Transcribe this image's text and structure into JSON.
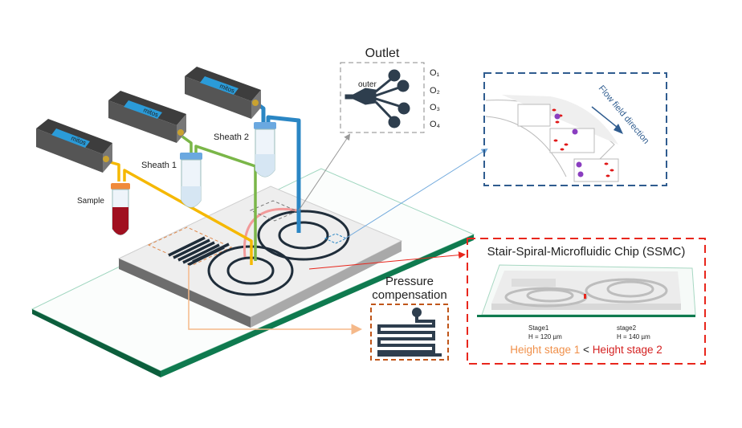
{
  "labels": {
    "outlet_title": "Outlet",
    "outlet_inner": "outer",
    "outlets": [
      "O₁",
      "O₂",
      "O₃",
      "O₄"
    ],
    "flow_direction": "Flow field direction",
    "sample": "Sample",
    "sheath1": "Sheath 1",
    "sheath2": "Sheath 2",
    "pump_brand": "mitos",
    "pressure_line1": "Pressure",
    "pressure_line2": "compensation",
    "ssmc_title": "Stair-Spiral-Microfluidic Chip (SSMC)",
    "stage1_name": "Stage1",
    "stage1_height": "H = 120 µm",
    "stage2_name": "stage2",
    "stage2_height": "H = 140 µm",
    "height_cmp_left": "Height stage 1",
    "height_cmp_op": " < ",
    "height_cmp_right": "Height stage 2"
  },
  "colors": {
    "sample_line": "#f5b800",
    "sheath1_line": "#7ab648",
    "sheath2_line": "#2a86c4",
    "blood": "#a01020",
    "glass_edge": "#0f7a4f",
    "ssmc_box": "#e8261c",
    "pressure_box": "#c0561a",
    "flow_box": "#2f5c8f",
    "stage1_text": "#f0904a",
    "stage2_text": "#d42020"
  }
}
